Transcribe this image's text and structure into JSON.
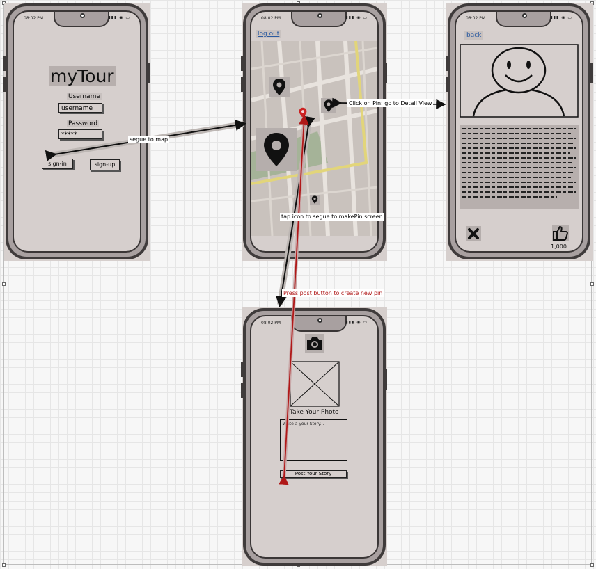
{
  "status_time": "08:02 PM",
  "login_screen": {
    "app_title": "myTour",
    "username_label": "Username",
    "username_value": "username",
    "password_label": "Password",
    "password_value": "*****",
    "signin_label": "sign-in",
    "signup_label": "sign-up"
  },
  "map_screen": {
    "logout_label": "log out"
  },
  "detail_screen": {
    "back_label": "back",
    "like_count": "1,000"
  },
  "make_pin_screen": {
    "take_photo_label": "Take Your Photo",
    "story_placeholder": "Write a your Story...",
    "post_label": "Post Your Story"
  },
  "annotations": {
    "segue_to_map": "segue to map",
    "click_pin": "Click on Pin: go to Detail View",
    "tap_icon": "tap icon to segue to makePin screen",
    "press_post": "Press post button to create new pin"
  },
  "colors": {
    "screen": "#d6cfcd",
    "phone_frame": "#3f3b3b",
    "red_pin": "#cc2222",
    "map_road_yellow": "#e2d57a",
    "map_park": "#a5b398"
  }
}
